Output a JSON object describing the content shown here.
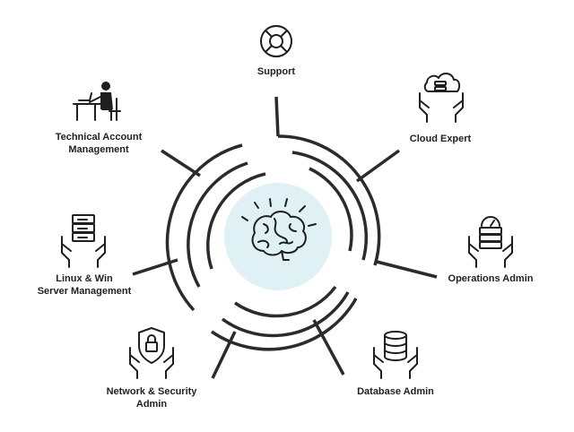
{
  "colors": {
    "line": "#2b2b2b",
    "core": "#dff1f4",
    "text": "#222222"
  },
  "center": {
    "icon": "brain-icon"
  },
  "nodes": [
    {
      "id": "support",
      "icon": "lifebuoy-icon",
      "lines": [
        "Support"
      ]
    },
    {
      "id": "cloud",
      "icon": "cloud-server-hands-icon",
      "lines": [
        "Cloud Expert"
      ]
    },
    {
      "id": "operations",
      "icon": "server-gauge-hands-icon",
      "lines": [
        "Operations Admin"
      ]
    },
    {
      "id": "database",
      "icon": "database-hands-icon",
      "lines": [
        "Database Admin"
      ]
    },
    {
      "id": "network",
      "icon": "shield-lock-hands-icon",
      "lines": [
        "Network & Security",
        "Admin"
      ]
    },
    {
      "id": "linux",
      "icon": "server-hands-icon",
      "lines": [
        "Linux & Win",
        "Server Management"
      ]
    },
    {
      "id": "tam",
      "icon": "person-at-desk-icon",
      "lines": [
        "Technical Account",
        "Management"
      ]
    }
  ]
}
